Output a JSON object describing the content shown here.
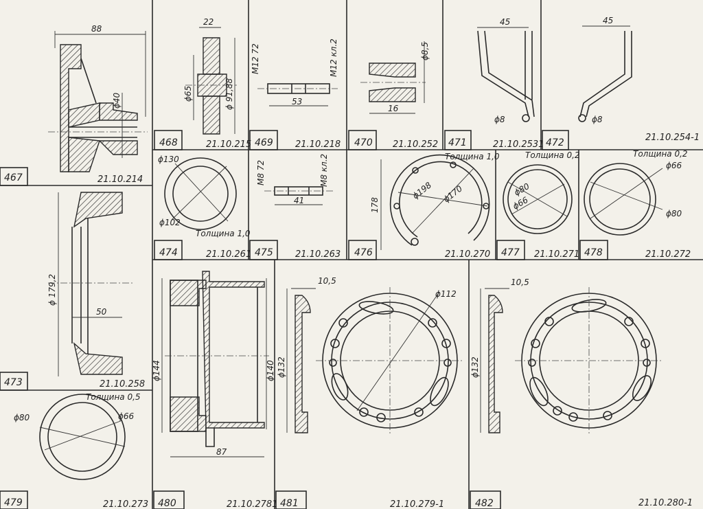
{
  "parts": [
    {
      "num": "467",
      "code": "21.10.214",
      "dims": [
        "88",
        "ϕ40"
      ]
    },
    {
      "num": "468",
      "code": "21.10.215",
      "dims": [
        "22",
        "ϕ65",
        "ϕ 91,88"
      ]
    },
    {
      "num": "469",
      "code": "21.10.218",
      "dims": [
        "M12 72",
        "M12 кл.2",
        "53"
      ]
    },
    {
      "num": "470",
      "code": "21.10.252",
      "dims": [
        "ϕ8,5",
        "16"
      ]
    },
    {
      "num": "471",
      "code": "21.10.2531",
      "dims": [
        "45",
        "ϕ8"
      ]
    },
    {
      "num": "472",
      "code": "21.10.254-1",
      "dims": [
        "45",
        "ϕ8"
      ]
    },
    {
      "num": "473",
      "code": "21.10.258",
      "dims": [
        "ϕ 179,2",
        "50"
      ]
    },
    {
      "num": "474",
      "code": "21.10.261",
      "dims": [
        "ϕ130",
        "ϕ102"
      ],
      "note": "Толщина 1,0"
    },
    {
      "num": "475",
      "code": "21.10.263",
      "dims": [
        "M8 72",
        "M8 кл.2",
        "41"
      ]
    },
    {
      "num": "476",
      "code": "21.10.270",
      "dims": [
        "178",
        "ϕ198",
        "ϕ170"
      ],
      "note": "Толщина 1,0"
    },
    {
      "num": "477",
      "code": "21.10.271",
      "dims": [
        "ϕ80",
        "ϕ66"
      ],
      "note": "Толщина 0,2"
    },
    {
      "num": "478",
      "code": "21.10.272",
      "dims": [
        "ϕ66",
        "ϕ80"
      ],
      "note": "Толщина 0,2"
    },
    {
      "num": "479",
      "code": "21.10.273",
      "dims": [
        "ϕ80",
        "ϕ66"
      ],
      "note": "Толщина 0,5"
    },
    {
      "num": "480",
      "code": "21.10.2781",
      "dims": [
        "ϕ144",
        "ϕ140",
        "87"
      ]
    },
    {
      "num": "481",
      "code": "21.10.279-1",
      "dims": [
        "10,5",
        "ϕ132",
        "ϕ112"
      ]
    },
    {
      "num": "482",
      "code": "21.10.280-1",
      "dims": [
        "10,5",
        "ϕ132"
      ]
    }
  ]
}
